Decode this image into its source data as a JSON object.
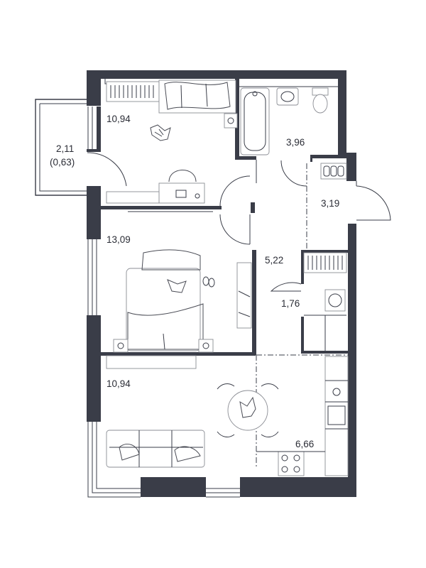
{
  "rooms": [
    {
      "id": "bedroom-1",
      "area": "10,94"
    },
    {
      "id": "bathroom",
      "area": "3,96"
    },
    {
      "id": "balcony",
      "area": "2,11",
      "reduced_area": "(0,63)"
    },
    {
      "id": "wc",
      "area": "3,19"
    },
    {
      "id": "bedroom-2",
      "area": "13,09"
    },
    {
      "id": "hallway",
      "area": "5,22"
    },
    {
      "id": "storage",
      "area": "1,76"
    },
    {
      "id": "living-room",
      "area": "10,94"
    },
    {
      "id": "kitchen",
      "area": "6,66"
    }
  ],
  "colors": {
    "wall": "#3a3d48",
    "furniture": "#8b8d94",
    "background": "#ffffff"
  }
}
